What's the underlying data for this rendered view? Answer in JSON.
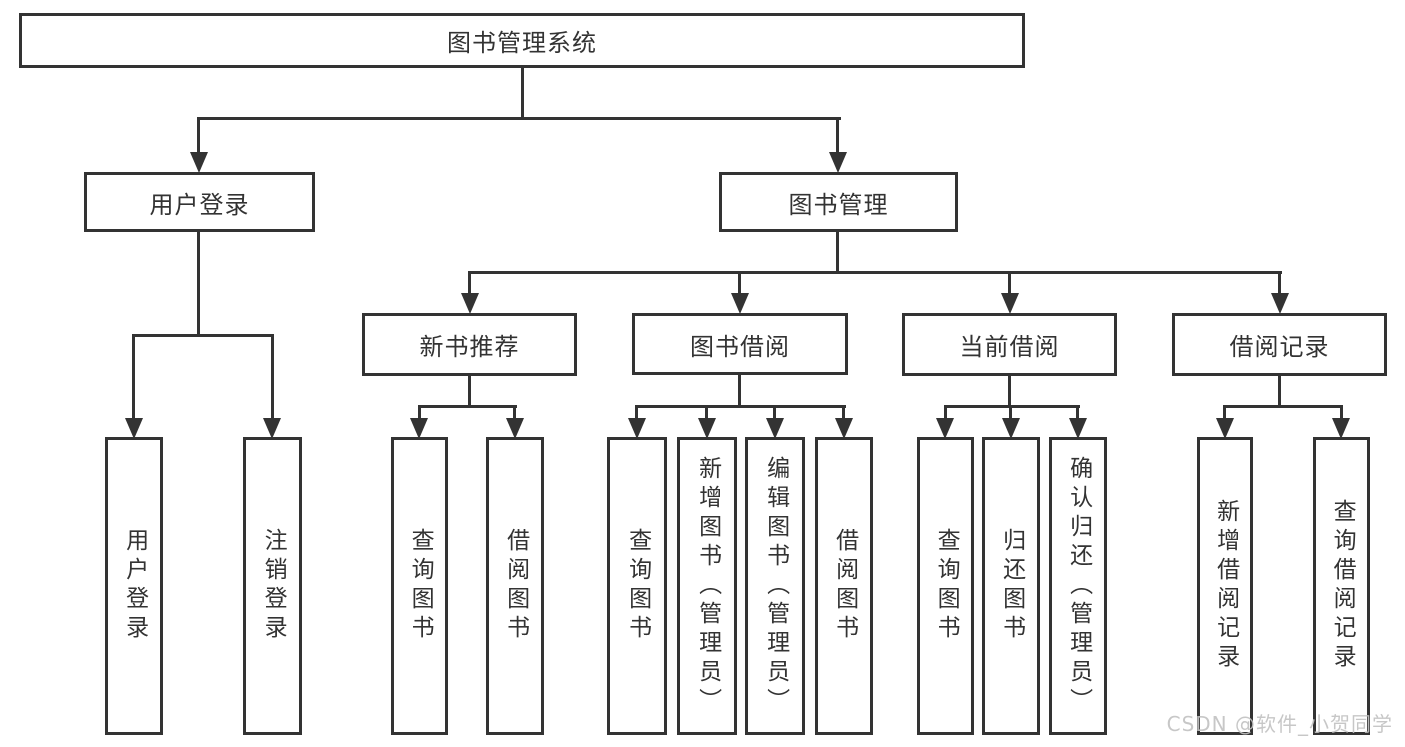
{
  "colors": {
    "line": "#333333",
    "text": "#333333",
    "background": "#ffffff",
    "watermark": "#c2c2c2"
  },
  "tree": {
    "root": {
      "label": "图书管理系统"
    },
    "level2": [
      {
        "label": "用户登录",
        "children": [
          {
            "label": "用户登录"
          },
          {
            "label": "注销登录"
          }
        ]
      },
      {
        "label": "图书管理",
        "children": [
          {
            "label": "新书推荐",
            "children": [
              {
                "label": "查询图书"
              },
              {
                "label": "借阅图书"
              }
            ]
          },
          {
            "label": "图书借阅",
            "children": [
              {
                "label": "查询图书"
              },
              {
                "label": "新增图书（管理员）"
              },
              {
                "label": "编辑图书（管理员）"
              },
              {
                "label": "借阅图书"
              }
            ]
          },
          {
            "label": "当前借阅",
            "children": [
              {
                "label": "查询图书"
              },
              {
                "label": "归还图书"
              },
              {
                "label": "确认归还（管理员）"
              }
            ]
          },
          {
            "label": "借阅记录",
            "children": [
              {
                "label": "新增借阅记录"
              },
              {
                "label": "查询借阅记录"
              }
            ]
          }
        ]
      }
    ]
  },
  "watermark": {
    "text": "CSDN @软件_小贺同学"
  }
}
